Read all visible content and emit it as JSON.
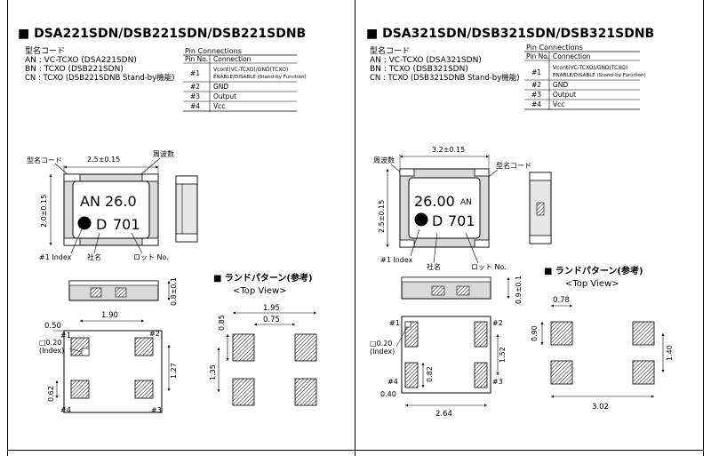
{
  "left": {
    "title": "■ DSA221SDN/DSB221SDN/DSB221SDNB",
    "type_codes": {
      "heading": "型名コード",
      "lines": [
        "AN : VC-TCXO (DSA221SDN)",
        "BN : TCXO (DSB221SDN)",
        "CN : TCXO (DSB221SDNB Stand-by機能)"
      ]
    },
    "pins": {
      "title": "Pin Connections",
      "col_no": "Pin No.",
      "col_conn": "Connection",
      "rows": [
        {
          "no": "#1",
          "conn1": "Vcont(VC-TCXO)/GND(TCXO)",
          "conn2": "ENABLE/DISABLE (Stand-by Function)"
        },
        {
          "no": "#2",
          "conn1": "GND"
        },
        {
          "no": "#3",
          "conn1": "Output"
        },
        {
          "no": "#4",
          "conn1": "Vcc"
        }
      ]
    },
    "package": {
      "label_type_code": "型名コード",
      "label_freq": "周波数",
      "dim_width": "2.5±0.15",
      "dim_height": "2.0±0.15",
      "dim_thickness": "0.8±0.1",
      "marking_line1_code": "AN",
      "marking_line1_freq": "26.0",
      "marking_line2_letter": "D",
      "marking_line2_lot": "701",
      "label_index": "#1 Index",
      "label_company": "社名",
      "label_lot": "ロット No."
    },
    "bottom_view": {
      "dim_pitch_x": "1.90",
      "dim_pad_w": "0.50",
      "dim_index": "□0.20",
      "dim_index_note": "(Index)",
      "dim_pitch_y": "1.27",
      "dim_pad_h": "0.62",
      "pin1": "#1",
      "pin2": "#2",
      "pin3": "#3",
      "pin4": "#4"
    },
    "land": {
      "title": "■ ランドパターン(参考)",
      "subtitle": "<Top View>",
      "dim_outer_x": "1.95",
      "dim_inner_x": "0.75",
      "dim_pad_h": "0.85",
      "dim_pitch_y": "1.35"
    }
  },
  "right": {
    "title": "■ DSA321SDN/DSB321SDN/DSB321SDNB",
    "type_codes": {
      "heading": "型名コード",
      "lines": [
        "AN : VC-TCXO (DSA321SDN)",
        "BN : TCXO (DSB321SDN)",
        "CN : TCXO (DSB321SDNB Stand-by機能)"
      ]
    },
    "pins": {
      "title": "Pin Connections",
      "col_no": "Pin No.",
      "col_conn": "Connection",
      "rows": [
        {
          "no": "#1",
          "conn1": "Vcont(VC-TCXO)/GND(TCXO)",
          "conn2": "ENABLE/DISABLE (Stand-by Function)"
        },
        {
          "no": "#2",
          "conn1": "GND"
        },
        {
          "no": "#3",
          "conn1": "Output"
        },
        {
          "no": "#4",
          "conn1": "Vcc"
        }
      ]
    },
    "package": {
      "label_freq": "周波数",
      "label_type_code": "型名コード",
      "dim_width": "3.2±0.15",
      "dim_height": "2.5±0.15",
      "dim_thickness": "0.9±0.1",
      "marking_line1_freq": "26.00",
      "marking_line1_code": "AN",
      "marking_line2_letter": "D",
      "marking_line2_lot": "701",
      "label_index": "#1 Index",
      "label_company": "社名",
      "label_lot": "ロット No."
    },
    "bottom_view": {
      "dim_index": "□0.20",
      "dim_index_note": "(Index)",
      "dim_pitch_y": "1.52",
      "dim_pad_h": "0.82",
      "dim_pad_w": "0.40",
      "dim_pitch_x": "2.64",
      "pin1": "#1",
      "pin2": "#2",
      "pin3": "#3",
      "pin4": "#4"
    },
    "land": {
      "title": "■ ランドパターン(参考)",
      "subtitle": "<Top View>",
      "dim_pad_w": "0.78",
      "dim_pad_h": "0.90",
      "dim_pitch_y": "1.40",
      "dim_outer_x": "3.02"
    }
  }
}
